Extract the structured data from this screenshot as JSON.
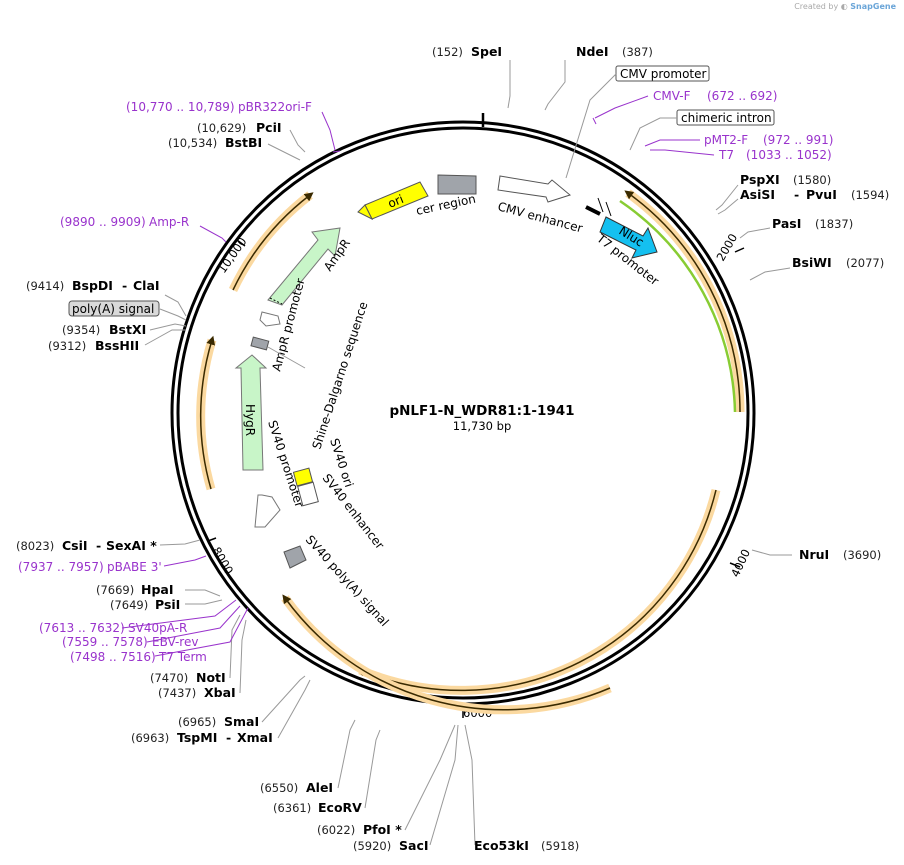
{
  "watermark": {
    "prefix": "Created by",
    "brand": "SnapGene"
  },
  "plasmid": {
    "name": "pNLF1-N_WDR81:1-1941",
    "size": "11,730 bp"
  },
  "ticks": [
    "2000",
    "4000",
    "6000",
    "8000",
    "10,000"
  ],
  "sites_right": [
    {
      "name": "SpeI",
      "pos": "(152)"
    },
    {
      "name": "NdeI",
      "pos": "(387)"
    },
    {
      "name": "PspXI",
      "pos": "(1580)"
    },
    {
      "name": "AsiSI",
      "name2": "PvuI",
      "pos": "(1594)"
    },
    {
      "name": "PasI",
      "pos": "(1837)"
    },
    {
      "name": "BsiWI",
      "pos": "(2077)"
    },
    {
      "name": "NruI",
      "pos": "(3690)"
    }
  ],
  "sites_left": [
    {
      "name": "PciI",
      "pos": "(10,629)"
    },
    {
      "name": "BstBI",
      "pos": "(10,534)"
    },
    {
      "name": "BspDI",
      "name2": "ClaI",
      "pos": "(9414)"
    },
    {
      "name": "BstXI",
      "pos": "(9354)"
    },
    {
      "name": "BssHII",
      "pos": "(9312)"
    },
    {
      "name": "CsiI",
      "name2": "SexAI *",
      "pos": "(8023)"
    },
    {
      "name": "HpaI",
      "pos": "(7669)"
    },
    {
      "name": "PsiI",
      "pos": "(7649)"
    },
    {
      "name": "NotI",
      "pos": "(7470)"
    },
    {
      "name": "XbaI",
      "pos": "(7437)"
    },
    {
      "name": "SmaI",
      "pos": "(6965)"
    },
    {
      "name": "TspMI",
      "name2": "XmaI",
      "pos": "(6963)"
    },
    {
      "name": "AleI",
      "pos": "(6550)"
    },
    {
      "name": "EcoRV",
      "pos": "(6361)"
    },
    {
      "name": "PfoI *",
      "pos": "(6022)"
    },
    {
      "name": "SacI",
      "pos": "(5920)"
    },
    {
      "name": "Eco53kI",
      "pos": "(5918)"
    }
  ],
  "primers": [
    {
      "name": "pBR322ori-F",
      "range": "(10,770 .. 10,789)"
    },
    {
      "name": "Amp-R",
      "range": "(9890 .. 9909)"
    },
    {
      "name": "CMV-F",
      "range": "(672 .. 692)"
    },
    {
      "name": "pMT2-F",
      "range": "(972 .. 991)"
    },
    {
      "name": "T7",
      "range": "(1033 .. 1052)"
    },
    {
      "name": "pBABE 3'",
      "range": "(7937 .. 7957)"
    },
    {
      "name": "SV40pA-R",
      "range": "(7613 .. 7632)"
    },
    {
      "name": "EBV-rev",
      "range": "(7559 .. 7578)"
    },
    {
      "name": "T7 Term",
      "range": "(7498 .. 7516)"
    }
  ],
  "boxed_labels": {
    "cmv_promoter": "CMV promoter",
    "chimeric_intron": "chimeric intron",
    "polya_signal": "poly(A) signal"
  },
  "features": {
    "ori": "ori",
    "cer_region": "cer region",
    "cmv_enhancer": "CMV enhancer",
    "nluc": "Nluc",
    "t7_promoter": "T7 promoter",
    "ampr": "AmpR",
    "ampr_promoter": "AmpR promoter",
    "shine_dalgarno": "Shine-Dalgarno sequence",
    "hygr": "HygR",
    "sv40_promoter": "SV40 promoter",
    "sv40_ori": "SV40 ori",
    "sv40_enhancer": "SV40 enhancer",
    "sv40_polya": "SV40 poly(A) signal"
  },
  "colors": {
    "backbone": "#000000",
    "orf_orange": "#f5b642",
    "orf_fill": "#fde5b5",
    "orf_line": "#3a2a00",
    "ori_yellow": "#ffff00",
    "nluc_blue": "#14c0f0",
    "marker_green": "#c8f5c8",
    "gray_feature": "#a0a4aa",
    "green_orf": "#88cc33",
    "primer_purple": "#9933cc"
  }
}
